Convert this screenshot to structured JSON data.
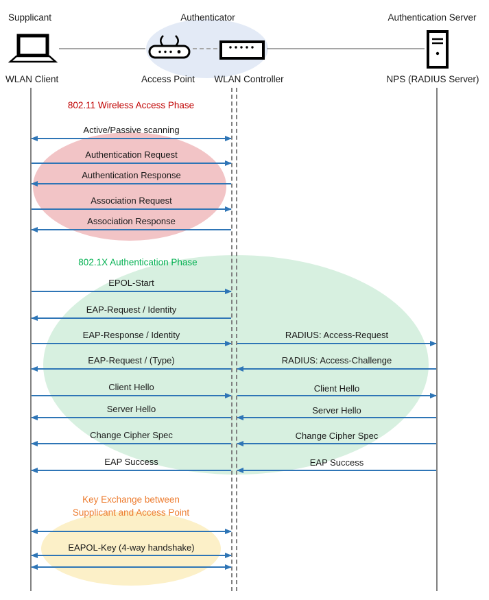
{
  "header": {
    "supplicant_role": "Supplicant",
    "authenticator_role": "Authenticator",
    "auth_server_role": "Authentication Server",
    "wlan_client": "WLAN Client",
    "access_point": "Access Point",
    "wlan_controller": "WLAN Controller",
    "nps": "NPS (RADIUS Server)"
  },
  "phases": {
    "p1_title": "802.11 Wireless Access Phase",
    "p2_title": "802.1X Authentication Phase",
    "p3_title_line1": "Key Exchange between",
    "p3_title_line2": "Supplicant and Access Point"
  },
  "messages": {
    "scanning": "Active/Passive scanning",
    "auth_request": "Authentication Request",
    "auth_response": "Authentication Response",
    "assoc_request": "Association Request",
    "assoc_response": "Association Response",
    "epol_start": "EPOL-Start",
    "eap_request_identity": "EAP-Request / Identity",
    "eap_response_identity": "EAP-Response / Identity",
    "radius_access_request": "RADIUS: Access-Request",
    "eap_request_type": "EAP-Request / (Type)",
    "radius_access_challenge": "RADIUS: Access-Challenge",
    "client_hello_left": "Client Hello",
    "client_hello_right": "Client Hello",
    "server_hello_left": "Server Hello",
    "server_hello_right": "Server Hello",
    "change_cipher_left": "Change Cipher Spec",
    "change_cipher_right": "Change Cipher Spec",
    "eap_success_left": "EAP Success",
    "eap_success_right": "EAP Success",
    "eapol_key": "EAPOL-Key (4-way handshake)"
  },
  "colors": {
    "arrow": "#2E75B6",
    "lifeline": "#808080",
    "phase1_label": "#C00000",
    "phase2_label": "#00B050",
    "phase3_label": "#ED7D31",
    "phase1_ellipse": "#F2C4C6",
    "phase2_ellipse": "#D7F0E0",
    "phase3_ellipse": "#FCF0C8",
    "authenticator_ellipse": "#E3EAF6"
  }
}
